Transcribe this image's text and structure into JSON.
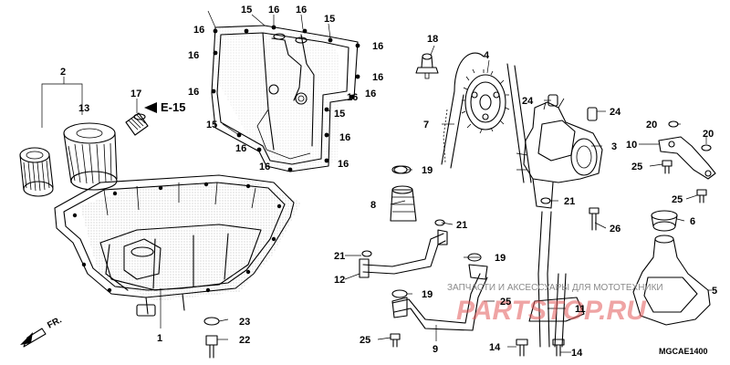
{
  "diagram_code": "MGCAE1400",
  "reference_label": "E-15",
  "front_label": "FR.",
  "watermark": {
    "line": "ЗАПЧАСТИ И АКСЕССУАРЫ ДЛЯ МОТОТЕХНИКИ",
    "brand": "PARTSTOP.RU"
  },
  "callouts": {
    "c1": "1",
    "c2": "2",
    "c3": "3",
    "c4": "4",
    "c5": "5",
    "c6": "6",
    "c7": "7",
    "c8": "8",
    "c9": "9",
    "c10": "10",
    "c11": "11",
    "c12": "12",
    "c13": "13",
    "c14a": "14",
    "c14b": "14",
    "c15a": "15",
    "c15b": "15",
    "c15c": "15",
    "c15d": "15",
    "c16a": "16",
    "c16b": "16",
    "c16c": "16",
    "c16d": "16",
    "c16e": "16",
    "c16f": "16",
    "c16g": "16",
    "c16h": "16",
    "c16i": "16",
    "c16j": "16",
    "c16k": "16",
    "c16l": "16",
    "c16m": "16",
    "c17": "17",
    "c18": "18",
    "c19a": "19",
    "c19b": "19",
    "c19c": "19",
    "c20a": "20",
    "c20b": "20",
    "c21a": "21",
    "c21b": "21",
    "c21c": "21",
    "c22": "22",
    "c23": "23",
    "c24a": "24",
    "c24b": "24",
    "c25a": "25",
    "c25b": "25",
    "c25c": "25",
    "c25d": "25",
    "c26": "26"
  }
}
